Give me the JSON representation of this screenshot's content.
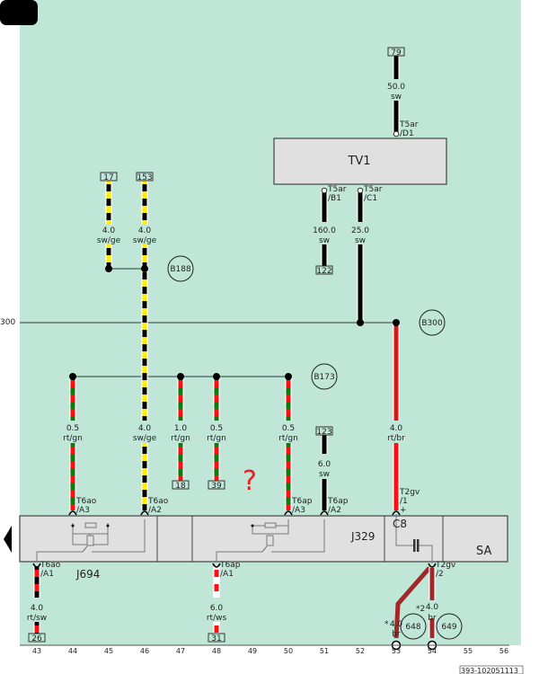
{
  "colors": {
    "background": "#c0e6d8",
    "sw": "#000000",
    "ge": "#ffee00",
    "rt": "#ff1010",
    "gn": "#0a7a0a",
    "ws": "#ffffff",
    "br": "#a02828"
  },
  "left_label": "300",
  "components": {
    "tv1": "TV1",
    "j329": "J329",
    "j694": "J694",
    "c8": "C8",
    "sa": "SA"
  },
  "ground_points": [
    "B188",
    "B300",
    "B173",
    "648",
    "649"
  ],
  "terminals": {
    "t79": "79",
    "t17": "17",
    "t153": "153",
    "t122": "122",
    "t123": "123",
    "t18": "18",
    "t39": "39",
    "t26": "26",
    "t31": "31"
  },
  "pins": {
    "d1": [
      "T5ar",
      "/D1"
    ],
    "b1": [
      "T5ar",
      "/B1"
    ],
    "c1": [
      "T5ar",
      "/C1"
    ],
    "a3_ao": [
      "T6ao",
      "/A3"
    ],
    "a2_ao": [
      "T6ao",
      "/A2"
    ],
    "a3_ap": [
      "T6ap",
      "/A3"
    ],
    "a2_ap": [
      "T6ap",
      "/A2"
    ],
    "gv1": [
      "T2gv",
      "/1",
      "+"
    ],
    "a1_ao": [
      "T6ao",
      "/A1"
    ],
    "a1_ap": [
      "T6ap",
      "/A1"
    ],
    "gv2": [
      "T2gv",
      "/2"
    ]
  },
  "wires": [
    {
      "gauge": "50.0",
      "color": "sw"
    },
    {
      "gauge": "4.0",
      "color": "sw/ge"
    },
    {
      "gauge": "4.0",
      "color": "sw/ge"
    },
    {
      "gauge": "160.0",
      "color": "sw"
    },
    {
      "gauge": "25.0",
      "color": "sw"
    },
    {
      "gauge": "0.5",
      "color": "rt/gn"
    },
    {
      "gauge": "4.0",
      "color": "sw/ge"
    },
    {
      "gauge": "1.0",
      "color": "rt/gn"
    },
    {
      "gauge": "0.5",
      "color": "rt/gn"
    },
    {
      "gauge": "0.5",
      "color": "rt/gn"
    },
    {
      "gauge": "6.0",
      "color": "sw"
    },
    {
      "gauge": "4.0",
      "color": "rt/br"
    },
    {
      "gauge": "4.0",
      "color": "rt/sw"
    },
    {
      "gauge": "6.0",
      "color": "rt/ws"
    },
    {
      "gauge": "4.0",
      "color": "br",
      "note": "*"
    },
    {
      "gauge": "4.0",
      "color": "br",
      "note": "*2"
    }
  ],
  "annotation": "?",
  "ruler": [
    "43",
    "44",
    "45",
    "46",
    "47",
    "48",
    "49",
    "50",
    "51",
    "52",
    "53",
    "54",
    "55",
    "56"
  ],
  "doc_id": "393-102051113"
}
